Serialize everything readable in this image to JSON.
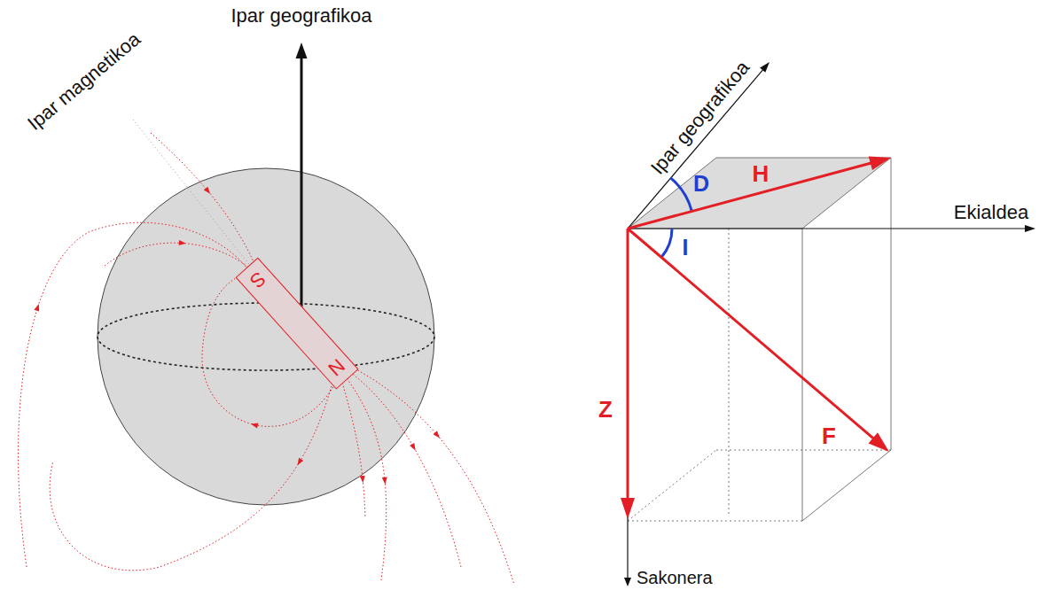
{
  "diagram": {
    "nodes": [
      {
        "text": [
          "S",
          "N"
        ]
      }
    ],
    "labels": [
      "Ipar geografikoa",
      "Ipar magnetikoa",
      "Ipar geografikoa",
      "D",
      "H",
      "Ekialdea",
      "I",
      "Z",
      "F",
      "Sakonera"
    ]
  }
}
